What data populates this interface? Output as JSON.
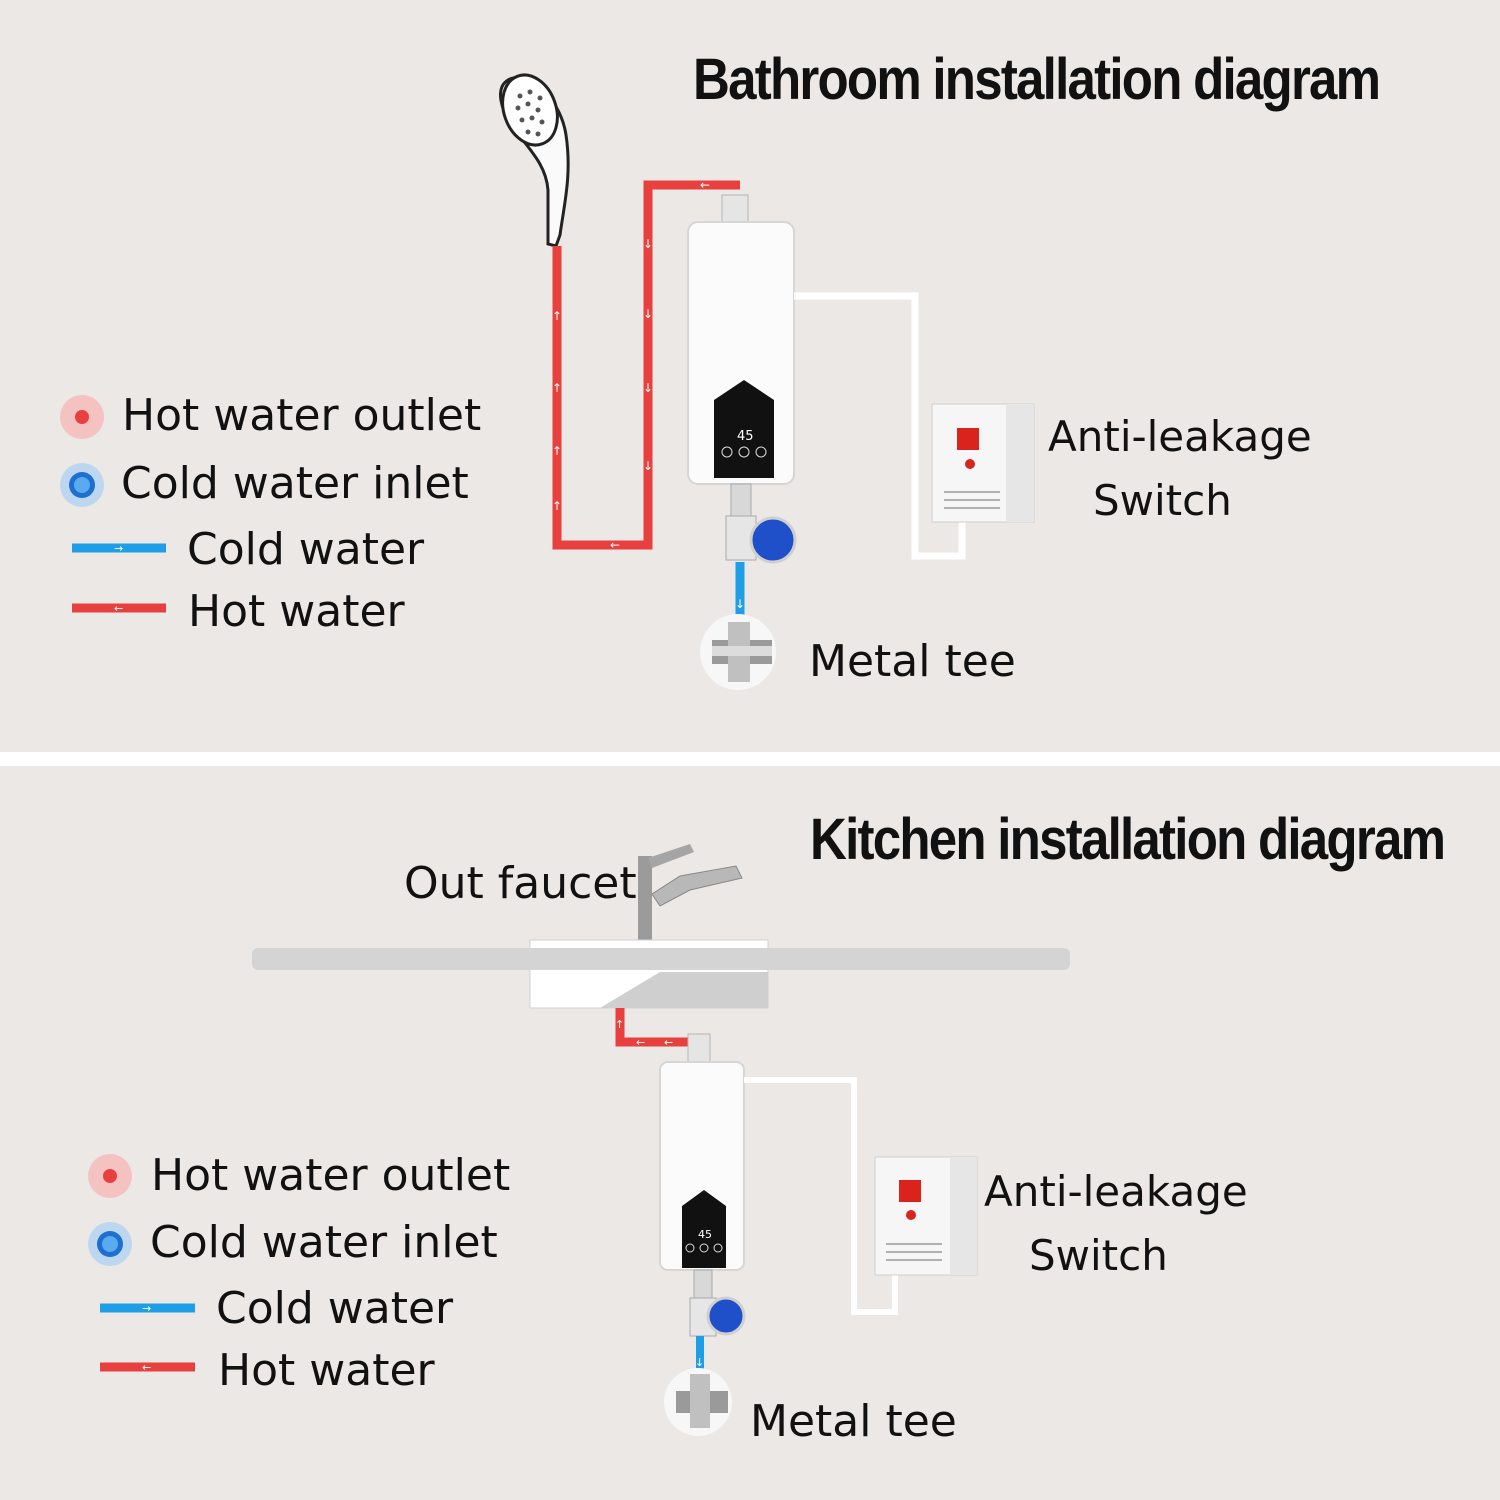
{
  "colors": {
    "hot": "#e8403e",
    "cold": "#1e9ee6",
    "background": "#ece8e5"
  },
  "bathroom": {
    "title": "Bathroom installation diagram",
    "legend": {
      "hot_outlet": "Hot water outlet",
      "cold_inlet": "Cold water inlet",
      "cold_water": "Cold water",
      "hot_water": "Hot water"
    },
    "switch_line1": "Anti-leakage",
    "switch_line2": "Switch",
    "metal_tee": "Metal tee",
    "display_temp": "45"
  },
  "kitchen": {
    "title": "Kitchen installation diagram",
    "faucet": "Out faucet",
    "legend": {
      "hot_outlet": "Hot water outlet",
      "cold_inlet": "Cold water inlet",
      "cold_water": "Cold water",
      "hot_water": "Hot water"
    },
    "switch_line1": "Anti-leakage",
    "switch_line2": "Switch",
    "metal_tee": "Metal tee",
    "display_temp": "45"
  }
}
